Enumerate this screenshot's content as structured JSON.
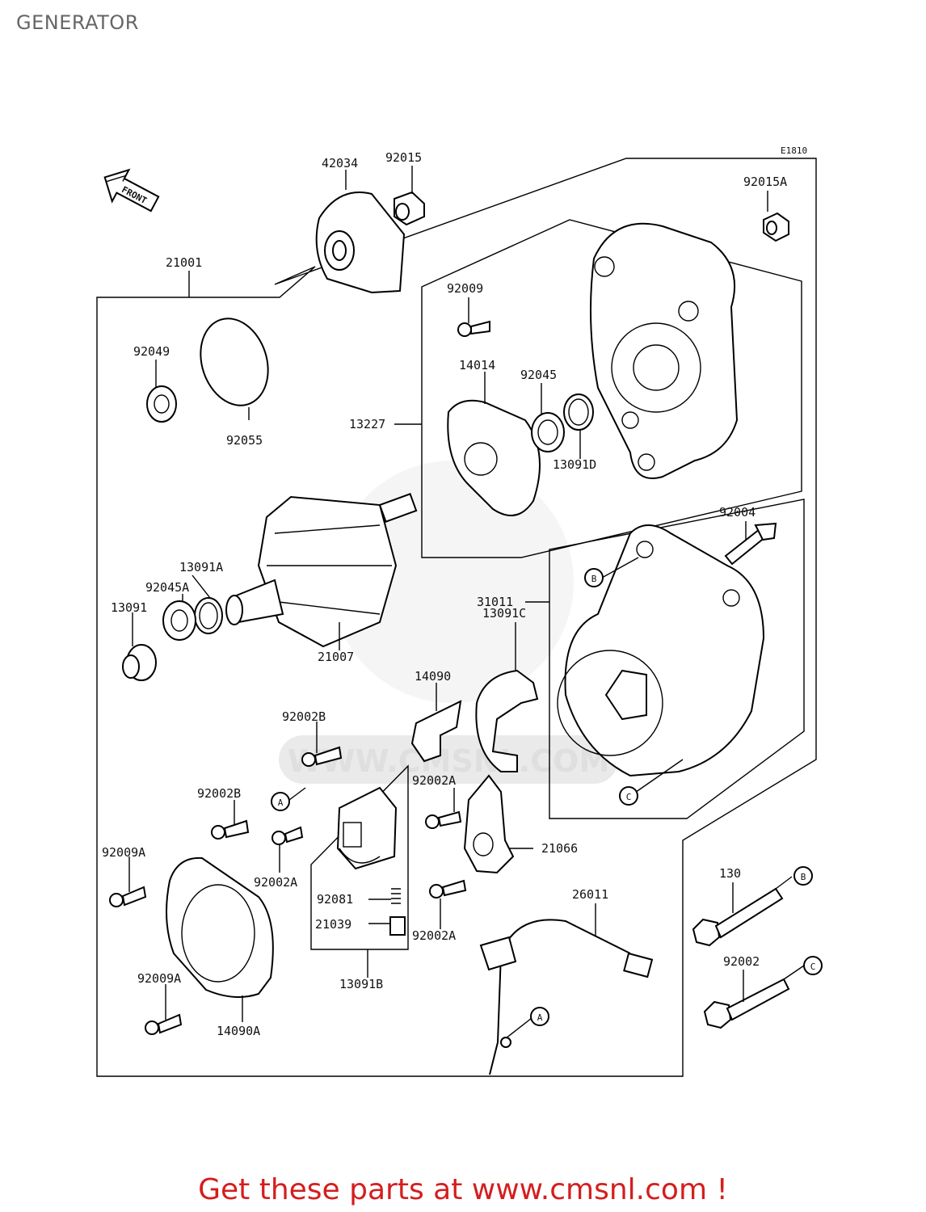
{
  "page": {
    "title": "GENERATOR"
  },
  "diagram": {
    "ref_code": "E1810",
    "front_label": "FRONT",
    "callouts": {
      "p42034": "42034",
      "p92015": "92015",
      "p92015A": "92015A",
      "p21001": "21001",
      "p92049": "92049",
      "p92055": "92055",
      "p92009": "92009",
      "p14014": "14014",
      "p92045": "92045",
      "p13227": "13227",
      "p13091D": "13091D",
      "p92004": "92004",
      "p13091A": "13091A",
      "p92045A": "92045A",
      "p13091": "13091",
      "p21007": "21007",
      "p31011": "31011",
      "p13091C": "13091C",
      "p14090": "14090",
      "p92002B_1": "92002B",
      "p92002B_2": "92002B",
      "p92002A_1": "92002A",
      "p92002A_2": "92002A",
      "p92002A_3": "92002A",
      "p21066": "21066",
      "p92009A_1": "92009A",
      "p92009A_2": "92009A",
      "p92081": "92081",
      "p21039": "21039",
      "p13091B": "13091B",
      "p14090A": "14090A",
      "p26011": "26011",
      "p130": "130",
      "p92002": "92002"
    },
    "connectors": {
      "A": "A",
      "B": "B",
      "C": "C"
    },
    "watermark": "WWW.CMSNL.COM"
  },
  "footer": {
    "cta": "Get these parts at www.cmsnl.com !"
  }
}
